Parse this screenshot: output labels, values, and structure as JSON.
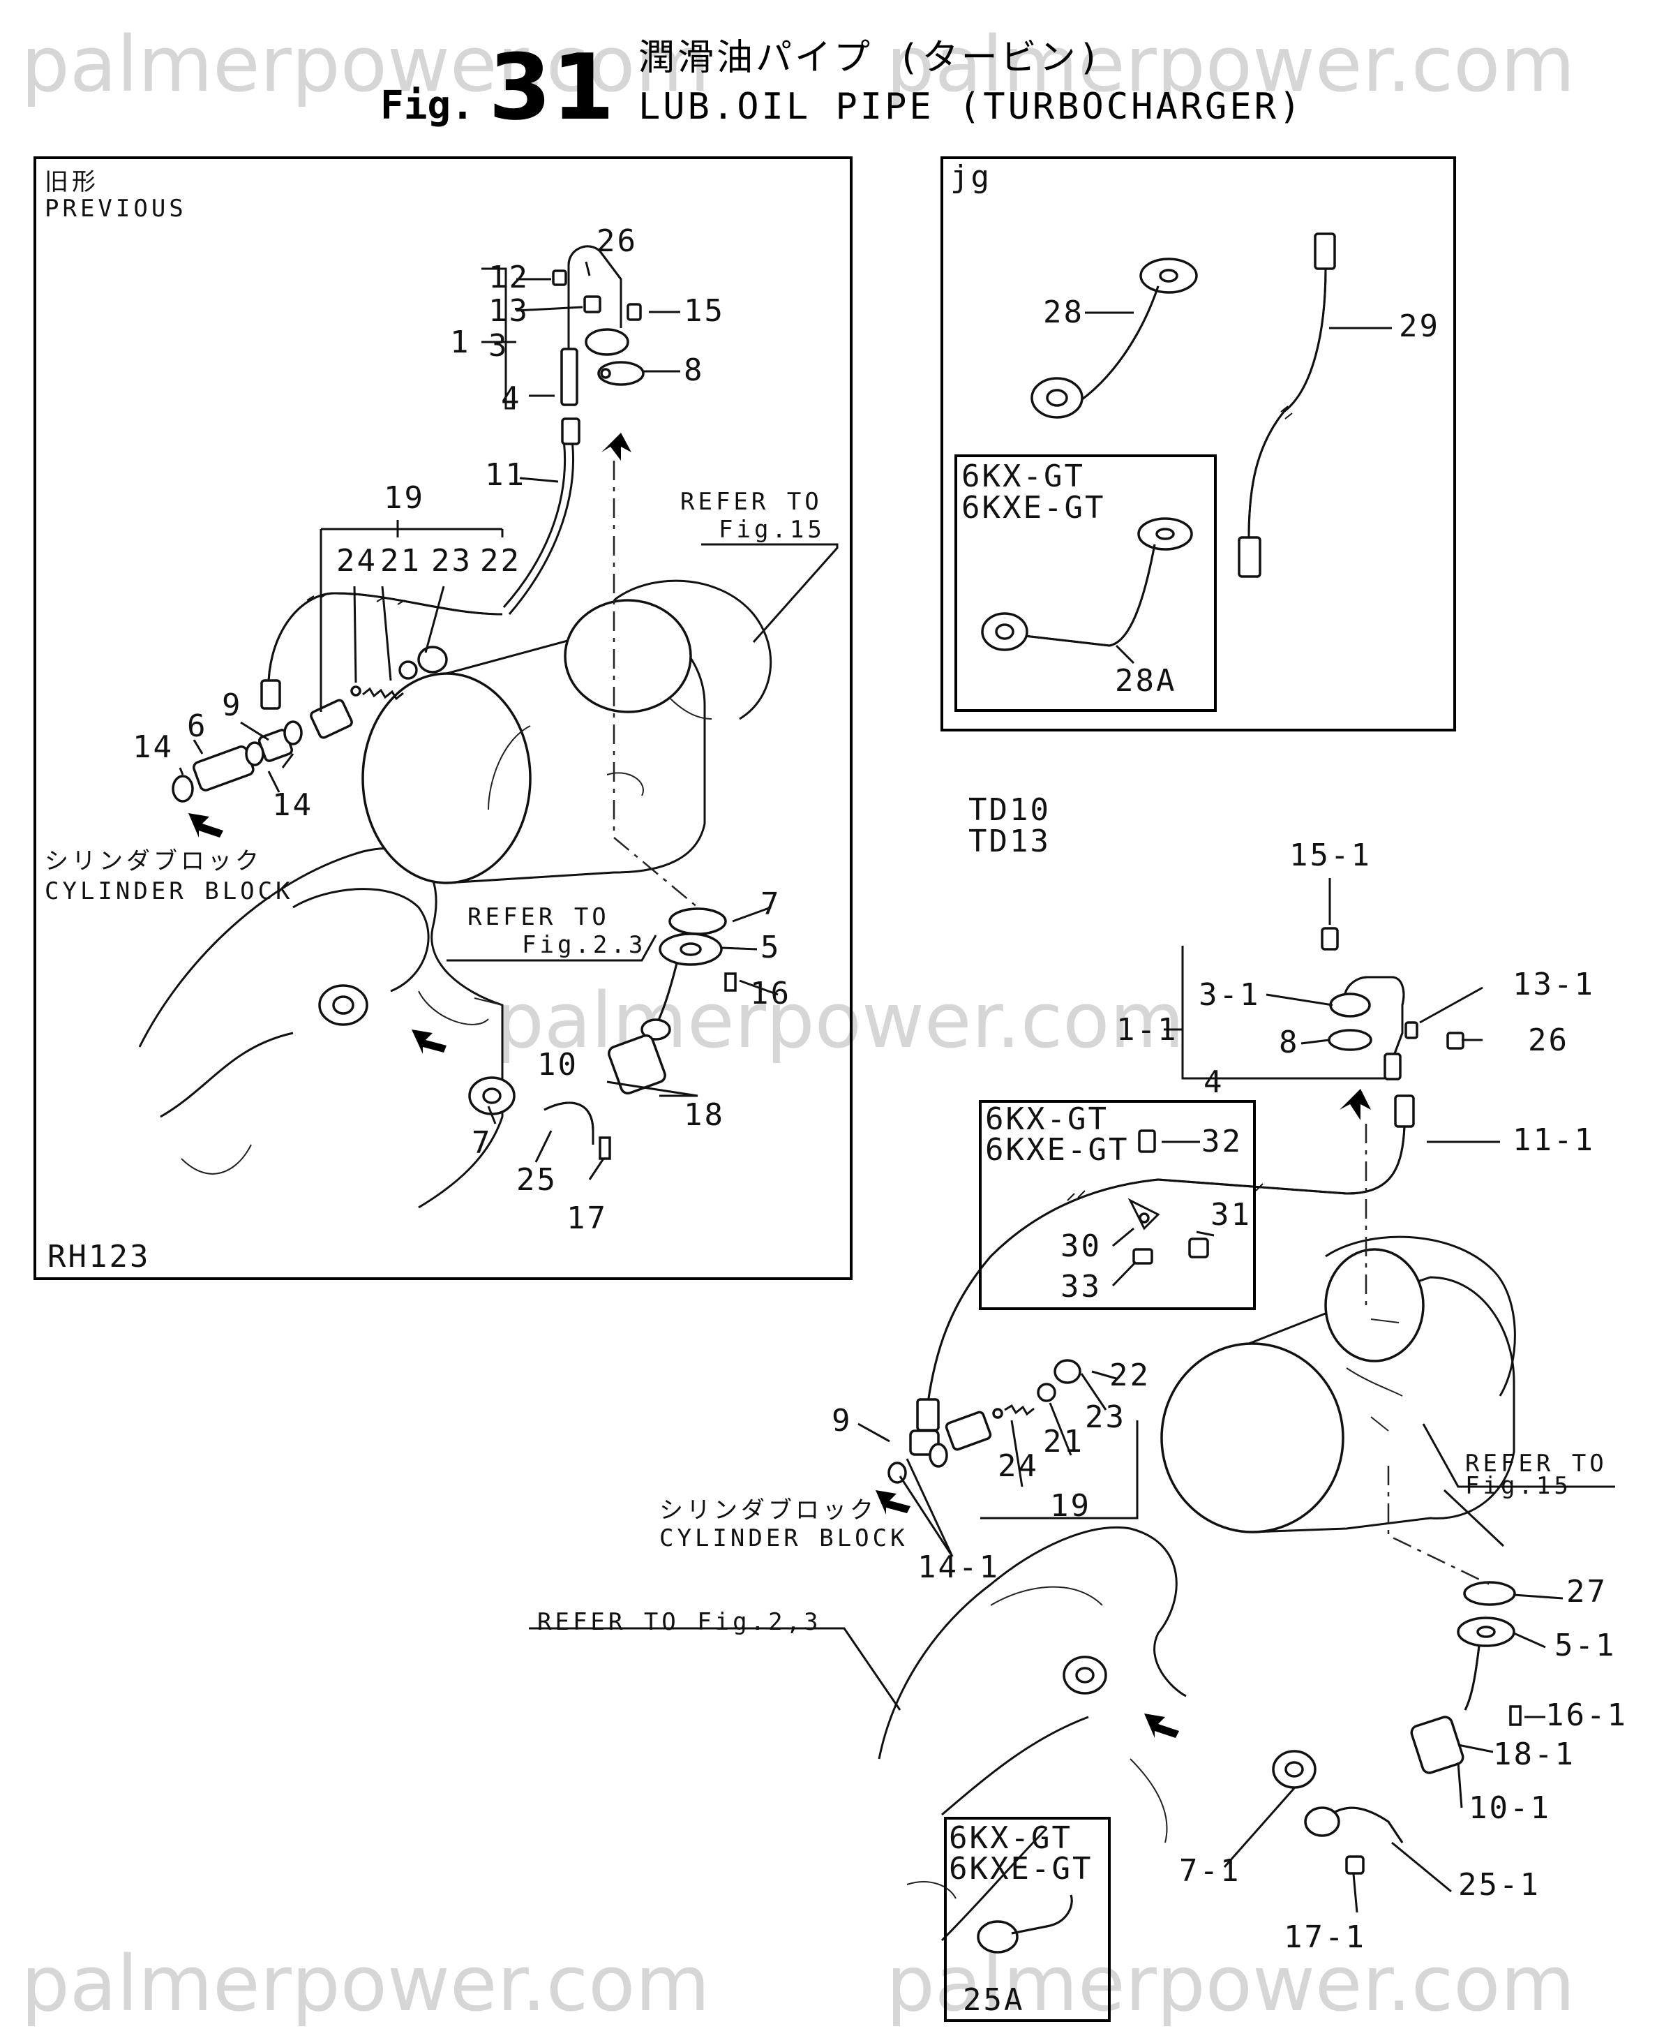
{
  "header": {
    "fig_prefix": "Fig.",
    "fig_number": "31",
    "title_jp": "潤滑油パイプ (タービン)",
    "title_en": "LUB.OIL PIPE (TURBOCHARGER)"
  },
  "watermark": {
    "text": "palmerpower.com"
  },
  "panel_previous": {
    "label_jp": "旧形",
    "label_en": "PREVIOUS",
    "code": "RH123",
    "cylinder_block_jp": "シリンダブロック",
    "cylinder_block_en": "CYLINDER BLOCK",
    "refer_to": "REFER TO",
    "refer_fig15": "Fig.15",
    "refer_fig23": "Fig.2.3",
    "callouts": {
      "c1": "1",
      "c3": "3",
      "c4": "4",
      "c12": "12",
      "c13": "13",
      "c26": "26",
      "c15": "15",
      "c8": "8",
      "c11": "11",
      "c19": "19",
      "c24": "24",
      "c21": "21",
      "c23": "23",
      "c22": "22",
      "c9": "9",
      "c6": "6",
      "c14a": "14",
      "c14b": "14",
      "c7a": "7",
      "c5": "5",
      "c16": "16",
      "c10": "10",
      "c18": "18",
      "c7b": "7",
      "c25": "25",
      "c17": "17"
    }
  },
  "panel_jg": {
    "label": "jg",
    "c28": "28",
    "c29": "29",
    "sub_model1": "6KX-GT",
    "sub_model2": "6KXE-GT",
    "c28a": "28A"
  },
  "panel_td": {
    "model1": "TD10",
    "model2": "TD13",
    "cylinder_block_jp": "シリンダブロック",
    "cylinder_block_en": "CYLINDER BLOCK",
    "refer_to": "REFER TO",
    "refer_fig15": "Fig.15",
    "refer_fig23_full": "REFER TO Fig.2,3",
    "box1_model1": "6KX-GT",
    "box1_model2": "6KXE-GT",
    "box2_model1": "6KX-GT",
    "box2_model2": "6KXE-GT",
    "c25a": "25A",
    "callouts": {
      "c15_1": "15-1",
      "c1_1": "1-1",
      "c3_1": "3-1",
      "c13_1": "13-1",
      "c8": "8",
      "c26": "26",
      "c4": "4",
      "c11_1": "11-1",
      "c32": "32",
      "c31": "31",
      "c30": "30",
      "c33": "33",
      "c22": "22",
      "c23": "23",
      "c21": "21",
      "c24": "24",
      "c19": "19",
      "c9": "9",
      "c14_1": "14-1",
      "c27": "27",
      "c5_1": "5-1",
      "c16_1": "16-1",
      "c18_1": "18-1",
      "c10_1": "10-1",
      "c7_1": "7-1",
      "c25_1": "25-1",
      "c17_1": "17-1"
    }
  }
}
